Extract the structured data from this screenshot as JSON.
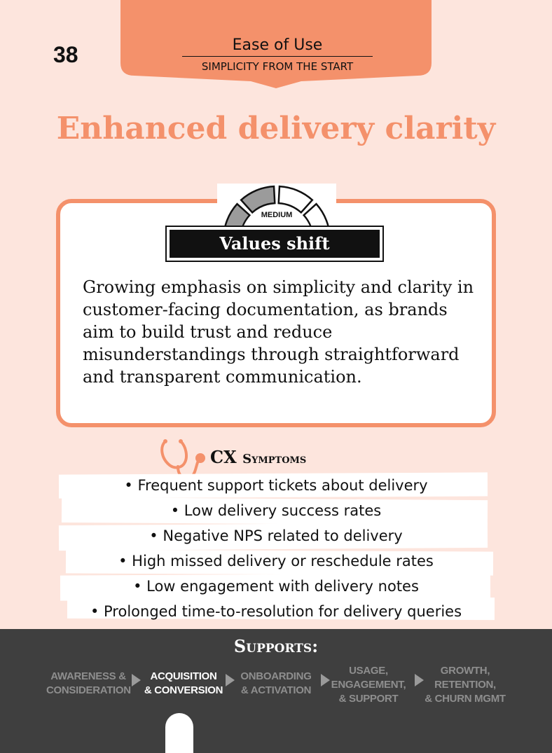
{
  "page_number": "38",
  "header": {
    "title": "Ease of Use",
    "subtitle": "SIMPLICITY FROM THE START"
  },
  "headline": "Enhanced delivery clarity",
  "gauge": {
    "label": "MEDIUM",
    "level": 2,
    "segments": 4
  },
  "shift": {
    "label": "Values shift",
    "description": "Growing emphasis on simplicity and clarity in customer-facing documentation, as brands aim to build trust and reduce misunderstandings through straightforward and transparent communication."
  },
  "symptoms": {
    "title_prefix": "CX ",
    "title_rest": "Symptoms",
    "items": [
      "• Frequent support tickets about delivery",
      "• Low delivery success rates",
      "• Negative NPS related to delivery",
      "• High missed delivery or reschedule rates",
      "• Low engagement with delivery notes",
      "• Prolonged time-to-resolution for delivery queries"
    ]
  },
  "supports": {
    "title": "Supports:",
    "stages": [
      {
        "label": "AWARENESS &\nCONSIDERATION",
        "active": false
      },
      {
        "label": "ACQUISITION\n& CONVERSION",
        "active": true
      },
      {
        "label": "ONBOARDING\n& ACTIVATION",
        "active": false
      },
      {
        "label": "USAGE,\nENGAGEMENT,\n& SUPPORT",
        "active": false
      },
      {
        "label": "GROWTH,\nRETENTION,\n& CHURN MGMT",
        "active": false
      }
    ]
  },
  "colors": {
    "background": "#FDE5DD",
    "accent": "#F4916B",
    "dark": "#3F3F3F",
    "inactive_stage": "#8E8E8E"
  }
}
